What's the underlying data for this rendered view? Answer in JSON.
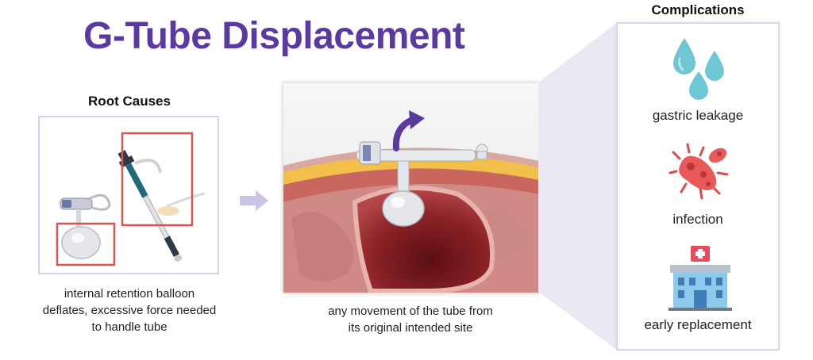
{
  "title": "G-Tube Displacement",
  "root_causes": {
    "heading": "Root Causes",
    "caption_lines": [
      "internal retention balloon",
      "deflates, excessive force needed",
      "to handle tube"
    ]
  },
  "center": {
    "caption_lines": [
      "any movement of the tube from",
      "its original intended site"
    ]
  },
  "complications": {
    "heading": "Complications",
    "items": [
      {
        "label": "gastric leakage",
        "icon": "droplets-icon"
      },
      {
        "label": "infection",
        "icon": "bacteria-icon"
      },
      {
        "label": "early replacement",
        "icon": "hospital-icon"
      }
    ]
  },
  "colors": {
    "title": "#5b3aa0",
    "arrow": "#cdc3e6",
    "highlight_box": "#d9534f",
    "droplet": "#6fc7d3",
    "bacteria": "#e04b4b",
    "hospital": "#8ec8ea"
  }
}
